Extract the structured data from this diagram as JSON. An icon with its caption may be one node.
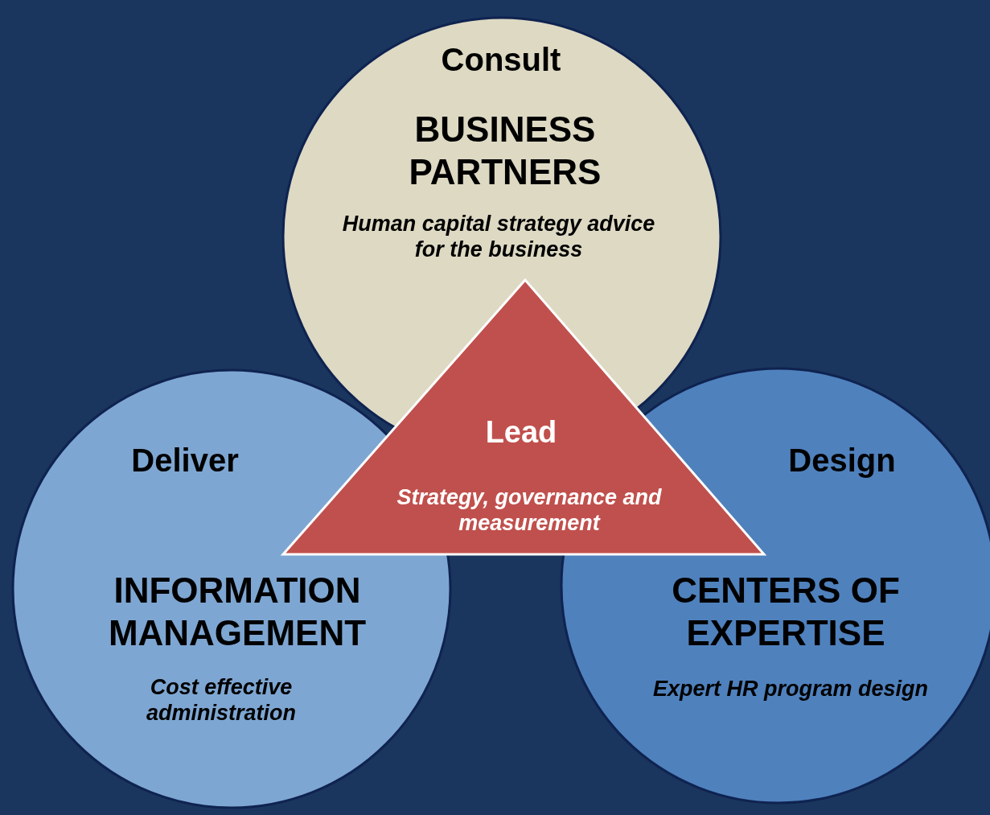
{
  "diagram": {
    "nodes": [
      {
        "text": [
          "Consult",
          "BUSINESS PARTNERS",
          "Human capital strategy advice for the business"
        ]
      },
      {
        "text": [
          "Lead",
          "Strategy, governance and measurement"
        ]
      },
      {
        "text": [
          "Deliver",
          "INFORMATION MANAGEMENT",
          "Cost effective administration"
        ]
      },
      {
        "text": [
          "Design",
          "CENTERS OF EXPERTISE",
          "Expert HR program design"
        ]
      }
    ]
  }
}
